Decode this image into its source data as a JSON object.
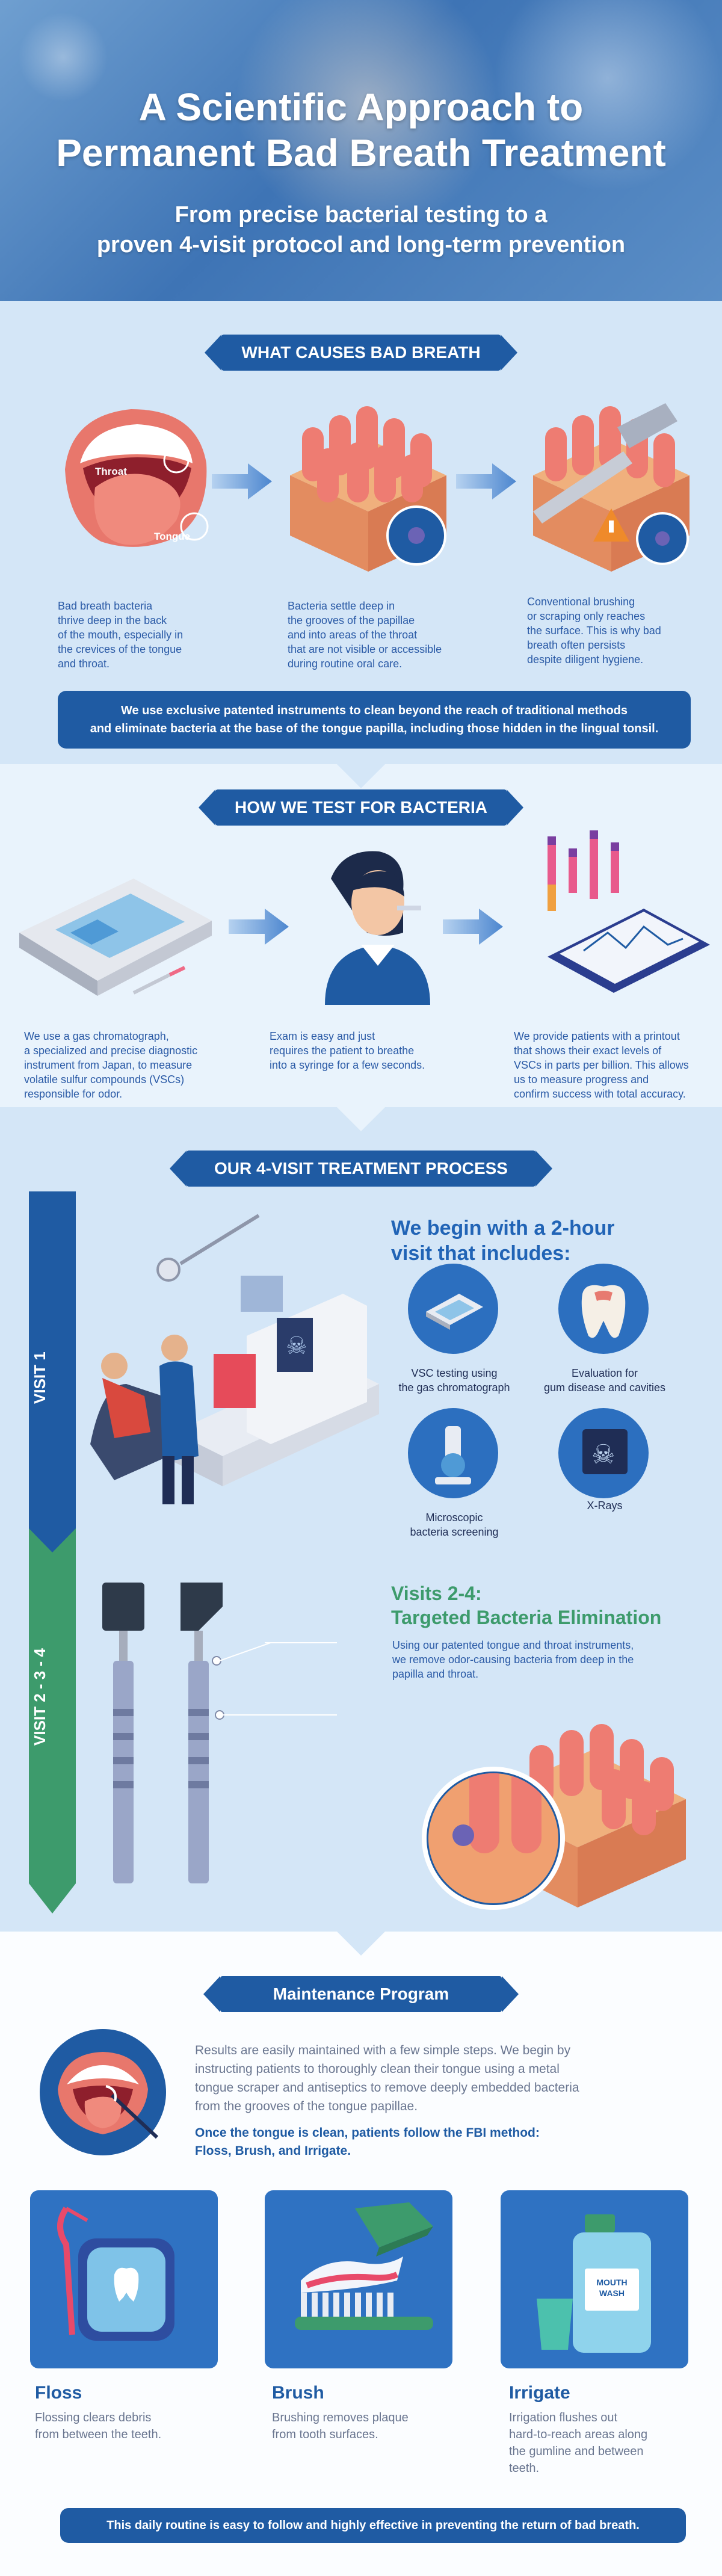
{
  "hero": {
    "title_line1": "A Scientific Approach to",
    "title_line2": "Permanent Bad Breath Treatment",
    "subtitle_line1": "From precise bacterial testing to a",
    "subtitle_line2": "proven 4-visit protocol and long-term prevention"
  },
  "causes": {
    "heading": "WHAT CAUSES BAD BREATH",
    "throat_label": "Throat",
    "tongue_label": "Tongue",
    "col1": [
      "Bad breath bacteria",
      "thrive deep in the back",
      "of the mouth, especially in",
      "the crevices of the tongue",
      "and throat."
    ],
    "col2": [
      "Bacteria settle deep in",
      "the grooves of the papillae",
      "and into areas of the throat",
      "that are not visible or accessible",
      "during routine oral care."
    ],
    "col3": [
      "Conventional brushing",
      "or scraping only reaches",
      "the surface. This is why bad",
      "breath often persists",
      "despite diligent hygiene."
    ],
    "callout_line1": "We use exclusive patented instruments to clean beyond the reach of traditional methods",
    "callout_line2": "and eliminate bacteria at the base of the tongue papilla, including those hidden in the lingual tonsil."
  },
  "testing": {
    "heading": "HOW WE TEST FOR BACTERIA",
    "col1": [
      "We use a gas chromatograph,",
      "a specialized and precise diagnostic",
      "instrument from Japan, to measure",
      "volatile sulfur compounds (VSCs)",
      "responsible for odor."
    ],
    "col2": [
      "Exam is easy and just",
      "requires the patient to breathe",
      "into a syringe for a few seconds."
    ],
    "col3": [
      "We provide patients with a printout",
      "that shows their exact levels of",
      "VSCs in parts per billion. This allows",
      "us to measure progress and",
      "confirm success with total accuracy."
    ]
  },
  "treatment": {
    "heading": "OUR 4-VISIT TREATMENT PROCESS",
    "visit1_label": "VISIT 1",
    "visit24_label": "VISIT 2 - 3 - 4",
    "visit1_title_line1": "We begin with a 2-hour",
    "visit1_title_line2": "visit that includes:",
    "items": [
      {
        "line1": "VSC testing using",
        "line2": "the gas chromatograph"
      },
      {
        "line1": "Evaluation for",
        "line2": "gum disease and cavities"
      },
      {
        "line1": "Microscopic",
        "line2": "bacteria screening"
      },
      {
        "line1": "X-Rays",
        "line2": ""
      }
    ],
    "visits24_title_line1": "Visits 2-4:",
    "visits24_title_line2": "Targeted Bacteria Elimination",
    "visits24_text": [
      "Using our patented tongue and throat instruments,",
      "we remove odor-causing bacteria from deep in the",
      "papilla and throat."
    ]
  },
  "maintenance": {
    "heading": "Maintenance Program",
    "text": [
      "Results are easily maintained with a few simple steps. We begin by",
      "instructing patients to thoroughly clean their tongue using a metal",
      "tongue scraper and antiseptics to remove deeply embedded bacteria",
      "from the grooves of the tongue papillae."
    ],
    "bold": [
      "Once the tongue is clean, patients follow the FBI method:",
      "Floss, Brush, and Irrigate."
    ],
    "cards": [
      {
        "title": "Floss",
        "l1": "Flossing clears debris",
        "l2": "from between the teeth.",
        "l3": ""
      },
      {
        "title": "Brush",
        "l1": "Brushing removes plaque",
        "l2": "from tooth surfaces.",
        "l3": ""
      },
      {
        "title": "Irrigate",
        "l1": "Irrigation flushes out",
        "l2": "hard-to-reach areas along",
        "l3": "the gumline and between",
        "l4": "teeth."
      }
    ],
    "mouthwash_label_1": "MOUTH",
    "mouthwash_label_2": "WASH",
    "footer": "This daily routine is easy to follow and highly effective in preventing the return of bad breath."
  },
  "colors": {
    "brand_blue": "#1f5ba3",
    "accent_green": "#3d9b6c",
    "papilla_pink": "#e87a72",
    "background": "#e6f1fb"
  }
}
